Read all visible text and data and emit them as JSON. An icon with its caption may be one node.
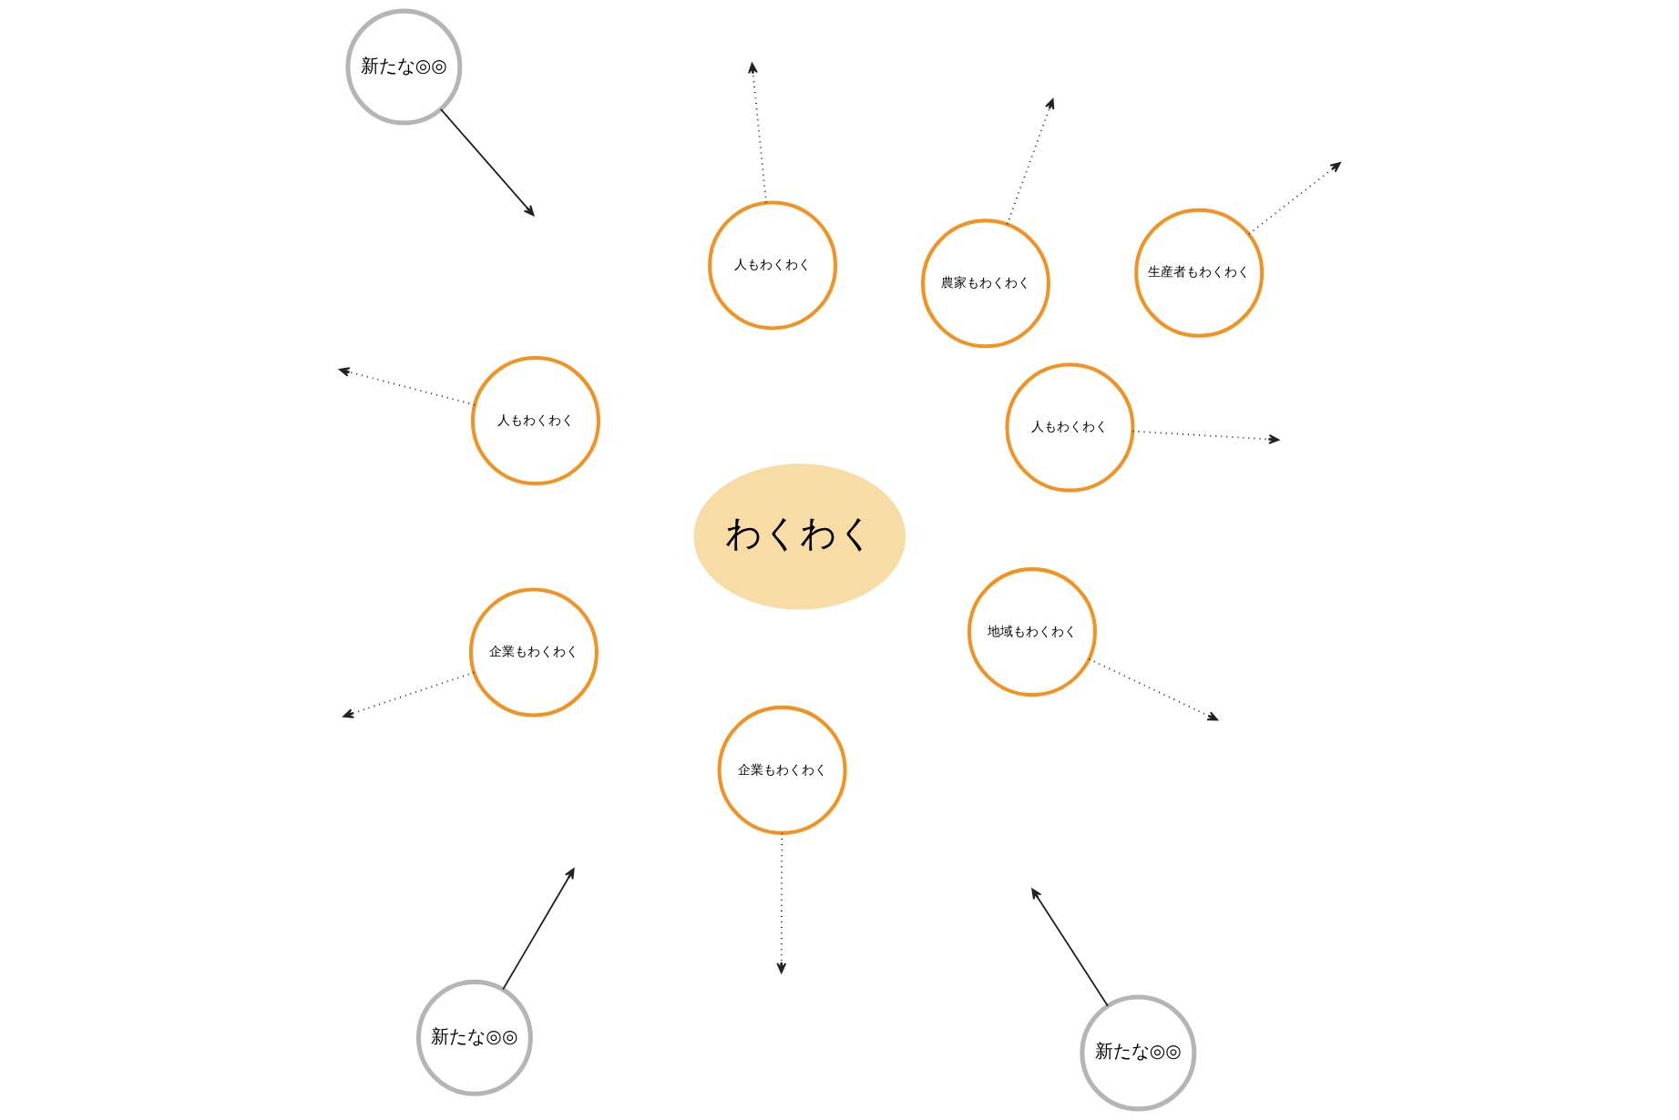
{
  "diagram": {
    "nodes": [
      {
        "text": [
          "わくわく"
        ]
      },
      {
        "text": [
          "人もわくわく"
        ]
      },
      {
        "text": [
          "生産者もわくわく"
        ]
      },
      {
        "text": [
          "農家もわくわく"
        ]
      },
      {
        "text": [
          "地域もわくわく"
        ]
      },
      {
        "text": [
          "企業もわくわく"
        ]
      },
      {
        "text": [
          "企業もわくわく"
        ]
      },
      {
        "text": [
          "人もわくわく"
        ]
      },
      {
        "text": [
          "人もわくわく"
        ]
      },
      {
        "text": [
          "新たな◎◎"
        ]
      },
      {
        "text": [
          "新たな◎◎"
        ]
      },
      {
        "text": [
          "新たな◎◎"
        ]
      }
    ],
    "edges": [
      {
        "from": 1,
        "to": null,
        "arrow": "to",
        "style": "dashed"
      },
      {
        "from": 2,
        "to": null,
        "arrow": "to",
        "style": "dashed"
      },
      {
        "from": 3,
        "to": null,
        "arrow": "to",
        "style": "dashed"
      },
      {
        "from": 4,
        "to": null,
        "arrow": "to",
        "style": "dashed"
      },
      {
        "from": 5,
        "to": null,
        "arrow": "to",
        "style": "dashed"
      },
      {
        "from": 6,
        "to": null,
        "arrow": "to",
        "style": "dashed"
      },
      {
        "from": 7,
        "to": null,
        "arrow": "to",
        "style": "dashed"
      },
      {
        "from": 8,
        "to": null,
        "arrow": "to",
        "style": "dashed"
      },
      {
        "from": 9,
        "to": null,
        "arrow": "to"
      },
      {
        "from": 10,
        "to": null,
        "arrow": "to"
      },
      {
        "from": 11,
        "to": null,
        "arrow": "to"
      }
    ]
  }
}
